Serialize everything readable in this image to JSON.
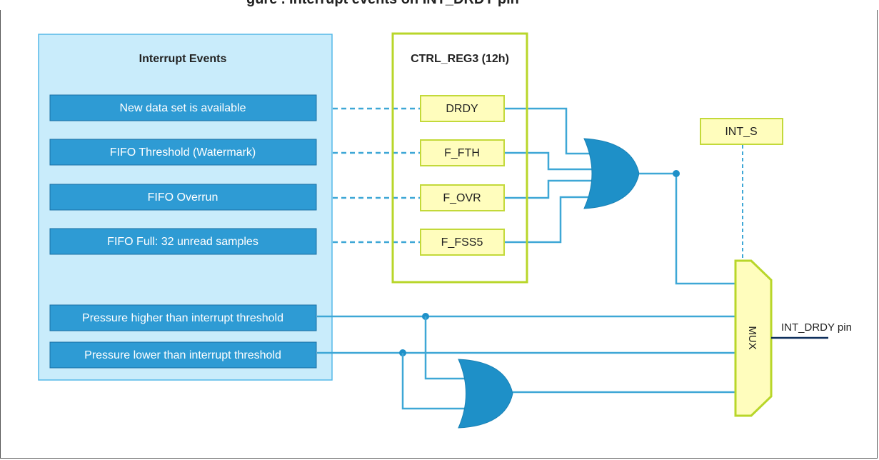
{
  "header": {
    "caption_fragment": "gure    . Interrupt events on INT_DRDY pin"
  },
  "interrupt_events": {
    "title": "Interrupt Events",
    "items": [
      "New data set is available",
      "FIFO Threshold (Watermark)",
      "FIFO Overrun",
      "FIFO Full: 32 unread samples",
      "Pressure higher than interrupt threshold",
      "Pressure lower than interrupt threshold"
    ]
  },
  "ctrl_reg3": {
    "title": "CTRL_REG3 (12h)",
    "bits": [
      "DRDY",
      "F_FTH",
      "F_OVR",
      "F_FSS5"
    ]
  },
  "int_s": {
    "label": "INT_S"
  },
  "mux": {
    "label": "MUX"
  },
  "output": {
    "label": "INT_DRDY pin"
  },
  "colors": {
    "event_box": "#2e9bd4",
    "panel": "#c9ecfb",
    "register_border": "#b8d62a",
    "register_fill": "#fffdbd",
    "wire": "#3ea7d6",
    "gate": "#1e90c8",
    "output_wire": "#0e2f5c"
  }
}
